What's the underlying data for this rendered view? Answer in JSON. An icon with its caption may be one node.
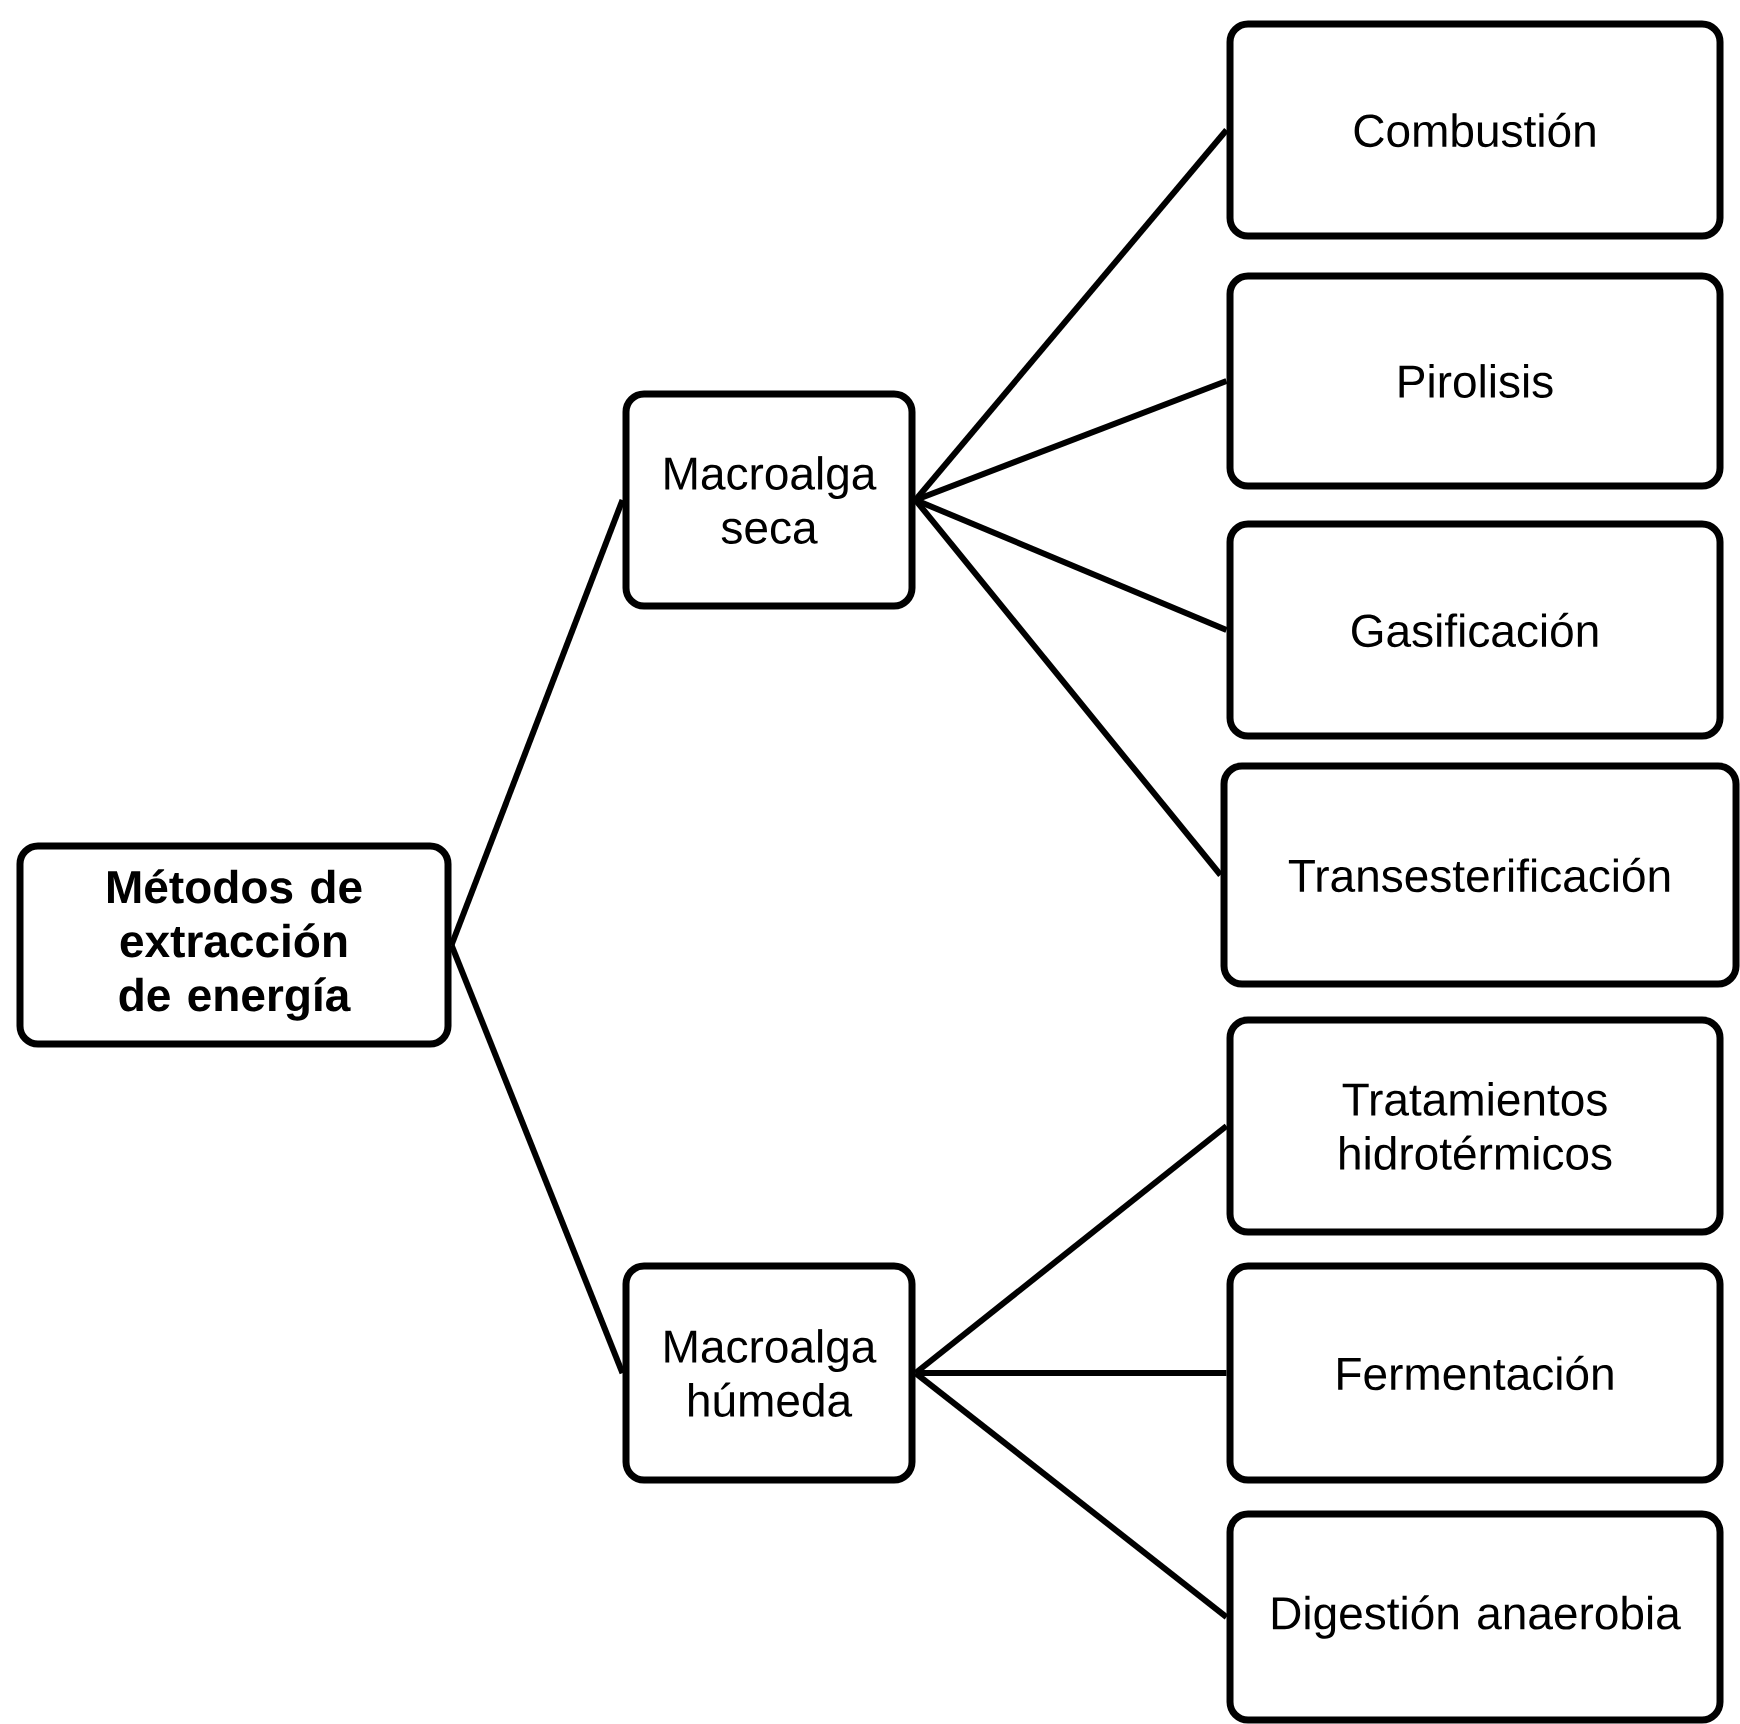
{
  "diagram": {
    "nodes": [
      {
        "text": [
          "Métodos de extracción de energía"
        ]
      },
      {
        "text": [
          "Macroalga seca"
        ]
      },
      {
        "text": [
          "Macroalga húmeda"
        ]
      },
      {
        "text": [
          "Combustión"
        ]
      },
      {
        "text": [
          "Pirolisis"
        ]
      },
      {
        "text": [
          "Gasificación"
        ]
      },
      {
        "text": [
          "Transesterificación"
        ]
      },
      {
        "text": [
          "Tratamientos hidrotérmicos"
        ]
      },
      {
        "text": [
          "Fermentación"
        ]
      },
      {
        "text": [
          "Digestión anaerobia"
        ]
      }
    ],
    "edges": [
      {
        "from": 0,
        "to": 1,
        "arrow": "none"
      },
      {
        "from": 0,
        "to": 2,
        "arrow": "none"
      },
      {
        "from": 1,
        "to": 3,
        "arrow": "none"
      },
      {
        "from": 1,
        "to": 4,
        "arrow": "none"
      },
      {
        "from": 1,
        "to": 5,
        "arrow": "none"
      },
      {
        "from": 1,
        "to": 6,
        "arrow": "none"
      },
      {
        "from": 2,
        "to": 7,
        "arrow": "none"
      },
      {
        "from": 2,
        "to": 8,
        "arrow": "none"
      },
      {
        "from": 2,
        "to": 9,
        "arrow": "none"
      }
    ]
  }
}
